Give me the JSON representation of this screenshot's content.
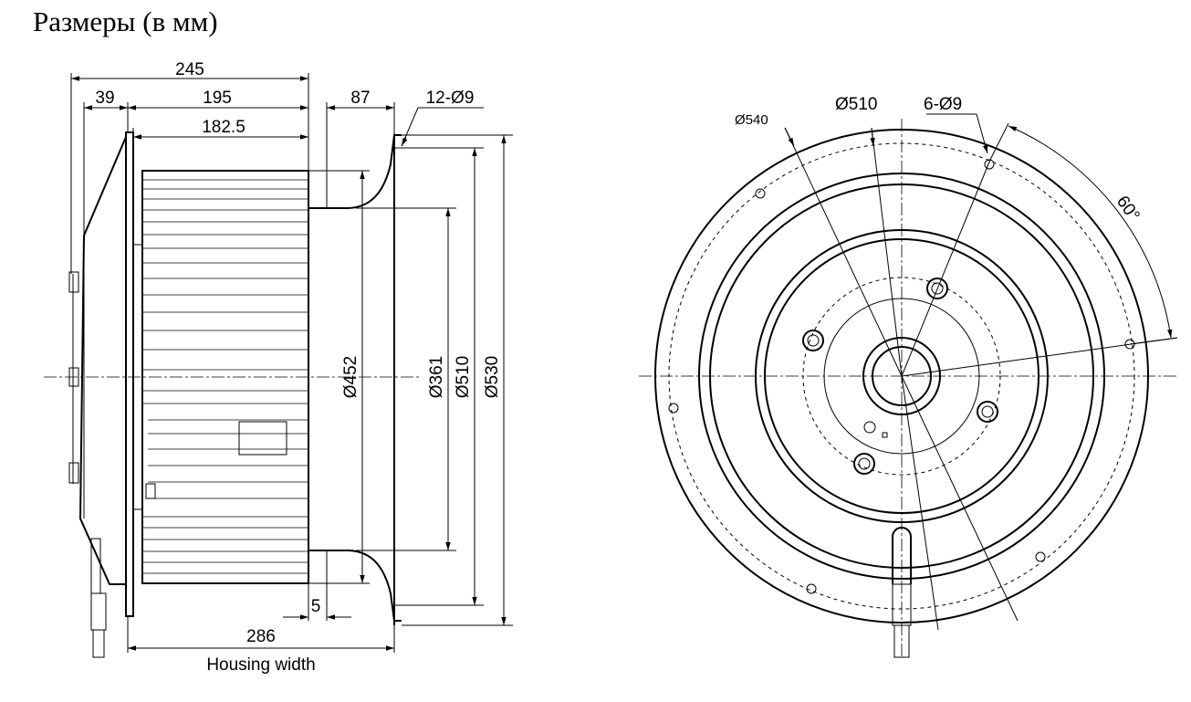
{
  "title": "Размеры (в мм)",
  "side_view": {
    "overall_depth": "245",
    "offset_39": "39",
    "wheel_depth_195": "195",
    "wheel_depth_182": "182.5",
    "inlet_87": "87",
    "holes_12": "12-Ø9",
    "dia_452": "Ø452",
    "dia_361": "Ø361",
    "dia_510": "Ø510",
    "dia_530": "Ø530",
    "gap_5": "5",
    "housing_286": "286",
    "housing_label": "Housing width"
  },
  "front_view": {
    "dia_540": "Ø540",
    "dia_510": "Ø510",
    "holes_6": "6-Ø9",
    "angle_60": "60°"
  }
}
